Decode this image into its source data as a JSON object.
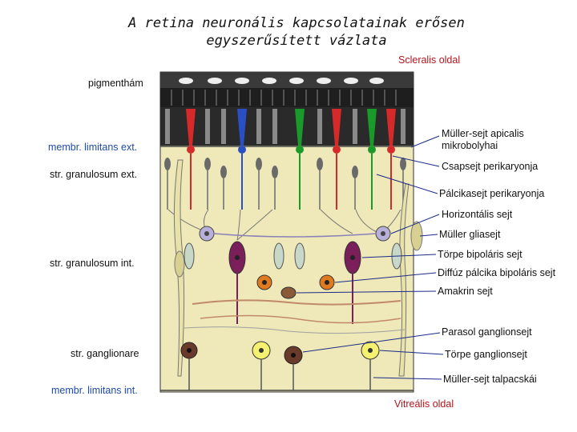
{
  "title_line1": "A retina neuronális kapcsolatainak erősen",
  "title_line2": "egyszerűsített vázlata",
  "scleral_side": "Scleralis oldal",
  "vitreal_side": "Vitreális oldal",
  "left_labels": {
    "pigment": "pigmenthám",
    "limitans_ext": "membr. limitans ext.",
    "gran_ext": "str. granulosum ext.",
    "gran_int": "str. granulosum int.",
    "ganglionare": "str. ganglionare",
    "limitans_int": "membr. limitans int."
  },
  "right_labels": [
    "Müller-sejt apicalis mikrobolyhai",
    "Csapsejt perikaryonja",
    "Pálcikasejt perikaryonja",
    "Horizontális sejt",
    "Müller gliasejt",
    "Törpe bipoláris sejt",
    "Diffúz pálcika bipoláris sejt",
    "Amakrin sejt",
    "Parasol ganglionsejt",
    "Törpe ganglionsejt",
    "Müller-sejt talpacskái"
  ],
  "colors": {
    "panel": "#efe8b8",
    "pigment": "#3a3a3a",
    "cone_red": "#d62a2a",
    "cone_green": "#1a9a2a",
    "cone_blue": "#2a4fc4",
    "rod": "#5a5a5a",
    "horizontal": "#b8b0d8",
    "bipolar_midget": "#7a1f5a",
    "bipolar_diffuse": "#e07a20",
    "amacrine": "#8a5a3a",
    "ganglion_parasol": "#6a3a2a",
    "ganglion_midget": "#f4f070",
    "leader_line": "#1a2a8a"
  }
}
